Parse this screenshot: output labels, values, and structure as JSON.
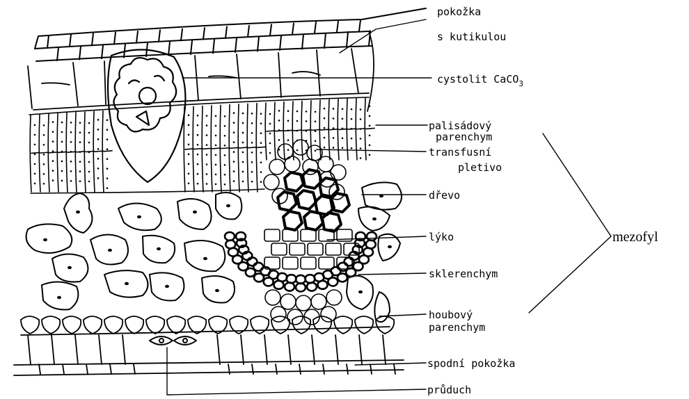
{
  "labels": {
    "epidermis_1": "pokožka",
    "epidermis_2": "s kutikulou",
    "cystolith_main": "cystolit CaCO",
    "cystolith_sub": "3",
    "palisade_1": "palisádový",
    "palisade_2": "parenchym",
    "transfusion_1": "transfusní",
    "transfusion_2": "pletivo",
    "xylem": "dřevo",
    "phloem": "lýko",
    "sclerenchyma": "sklerenchym",
    "spongy_1": "houbový",
    "spongy_2": "parenchym",
    "lower_epidermis": "spodní pokožka",
    "stoma": "průduch",
    "mesophyll": "mezofyl"
  },
  "colors": {
    "ink": "#000000",
    "background": "#ffffff"
  }
}
